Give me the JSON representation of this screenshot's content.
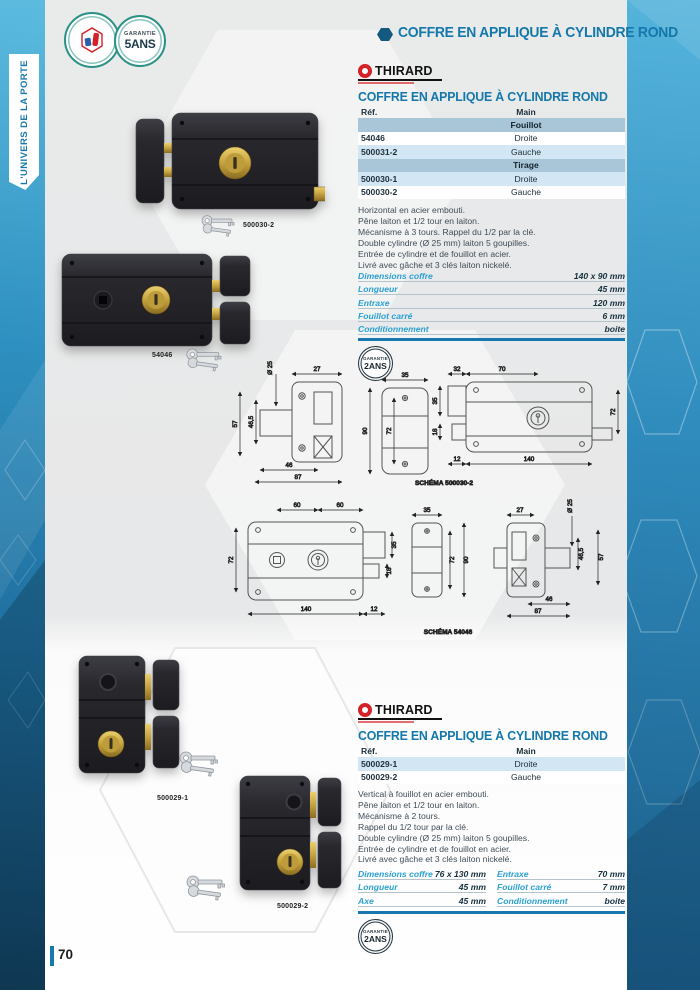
{
  "page": {
    "number": "70",
    "sidebar_label": "L'UNIVERS DE LA PORTE"
  },
  "badges": {
    "warranty5_line1": "GARANTIE",
    "warranty5_line2": "5ANS",
    "warranty2_line1": "GARANTIE",
    "warranty2_line2": "2ANS"
  },
  "header": {
    "title": "COFFRE EN APPLIQUE À CYLINDRE ROND"
  },
  "brand": {
    "name": "THIRARD"
  },
  "section1": {
    "title": "COFFRE EN APPLIQUE À CYLINDRE ROND",
    "table": {
      "col_ref": "Réf.",
      "col_main": "Main",
      "group1": "Fouillot",
      "row1": {
        "ref": "54046",
        "main": "Droite"
      },
      "row2": {
        "ref": "500031-2",
        "main": "Gauche"
      },
      "group2": "Tirage",
      "row3": {
        "ref": "500030-1",
        "main": "Droite"
      },
      "row4": {
        "ref": "500030-2",
        "main": "Gauche"
      }
    },
    "description": [
      "Horizontal en acier embouti.",
      "Pêne laiton et 1/2 tour en laiton.",
      "Mécanisme à 3 tours. Rappel du 1/2 par la clé.",
      "Double cylindre (Ø 25 mm) laiton 5 goupilles.",
      "Entrée de cylindre et de fouillot en acier.",
      "Livré avec gâche et 3 clés laiton nickelé."
    ],
    "specs": [
      {
        "label": "Dimensions coffre",
        "value": "140 x 90 mm"
      },
      {
        "label": "Longueur",
        "value": "45 mm"
      },
      {
        "label": "Entraxe",
        "value": "120 mm"
      },
      {
        "label": "Fouillot carré",
        "value": "6 mm"
      },
      {
        "label": "Conditionnement",
        "value": "boite"
      }
    ],
    "photo1_label": "500030-2",
    "photo2_label": "54046"
  },
  "schema1": {
    "label": "SCHÉMA 500030-2",
    "dims": {
      "p_dia": "Ø 25",
      "p27": "27",
      "p57": "57",
      "p465": "46,5",
      "p46": "46",
      "p87": "87",
      "g35": "35",
      "g90": "90",
      "g72": "72",
      "b32": "32",
      "b70": "70",
      "b35": "35",
      "b18": "18",
      "b72": "72",
      "b12": "12",
      "b140": "140"
    }
  },
  "schema2": {
    "label": "SCHÉMA 54046",
    "dims": {
      "b60a": "60",
      "b60b": "60",
      "b72": "72",
      "b35": "35",
      "b18": "18",
      "b140": "140",
      "b12": "12",
      "g35": "35",
      "g72": "72",
      "g90": "90",
      "p27": "27",
      "p_dia": "Ø 25",
      "p465": "46,5",
      "p57": "57",
      "p46": "46",
      "p87": "87"
    }
  },
  "section2": {
    "title": "COFFRE EN APPLIQUE À CYLINDRE ROND",
    "table": {
      "col_ref": "Réf.",
      "col_main": "Main",
      "row1": {
        "ref": "500029-1",
        "main": "Droite"
      },
      "row2": {
        "ref": "500029-2",
        "main": "Gauche"
      }
    },
    "description": [
      "Vertical à fouillot en acier embouti.",
      "Pêne laiton et 1/2 tour en laiton.",
      "Mécanisme à 2 tours.",
      "Rappel du 1/2 tour par la clé.",
      "Double cylindre (Ø 25 mm) laiton 5 goupilles.",
      "Entrée de cylindre et de fouillot en acier.",
      "Livré avec gâche et 3 clés laiton nickelé."
    ],
    "specs_left": [
      {
        "label": "Dimensions coffre",
        "value": "76 x 130 mm"
      },
      {
        "label": "Longueur",
        "value": "45 mm"
      },
      {
        "label": "Axe",
        "value": "45 mm"
      }
    ],
    "specs_right": [
      {
        "label": "Entraxe",
        "value": "70 mm"
      },
      {
        "label": "Fouillot carré",
        "value": "7 mm"
      },
      {
        "label": "Conditionnement",
        "value": "boite"
      }
    ],
    "photo1_label": "500029-1",
    "photo2_label": "500029-2"
  },
  "colors": {
    "accent_blue": "#1478ab",
    "group_row_bg": "#a9c6d8",
    "blue_row_bg": "#d2e7f3",
    "spec_label_blue": "#29a0d2",
    "teal_ring": "#2a9186",
    "brand_red": "#d42027"
  }
}
